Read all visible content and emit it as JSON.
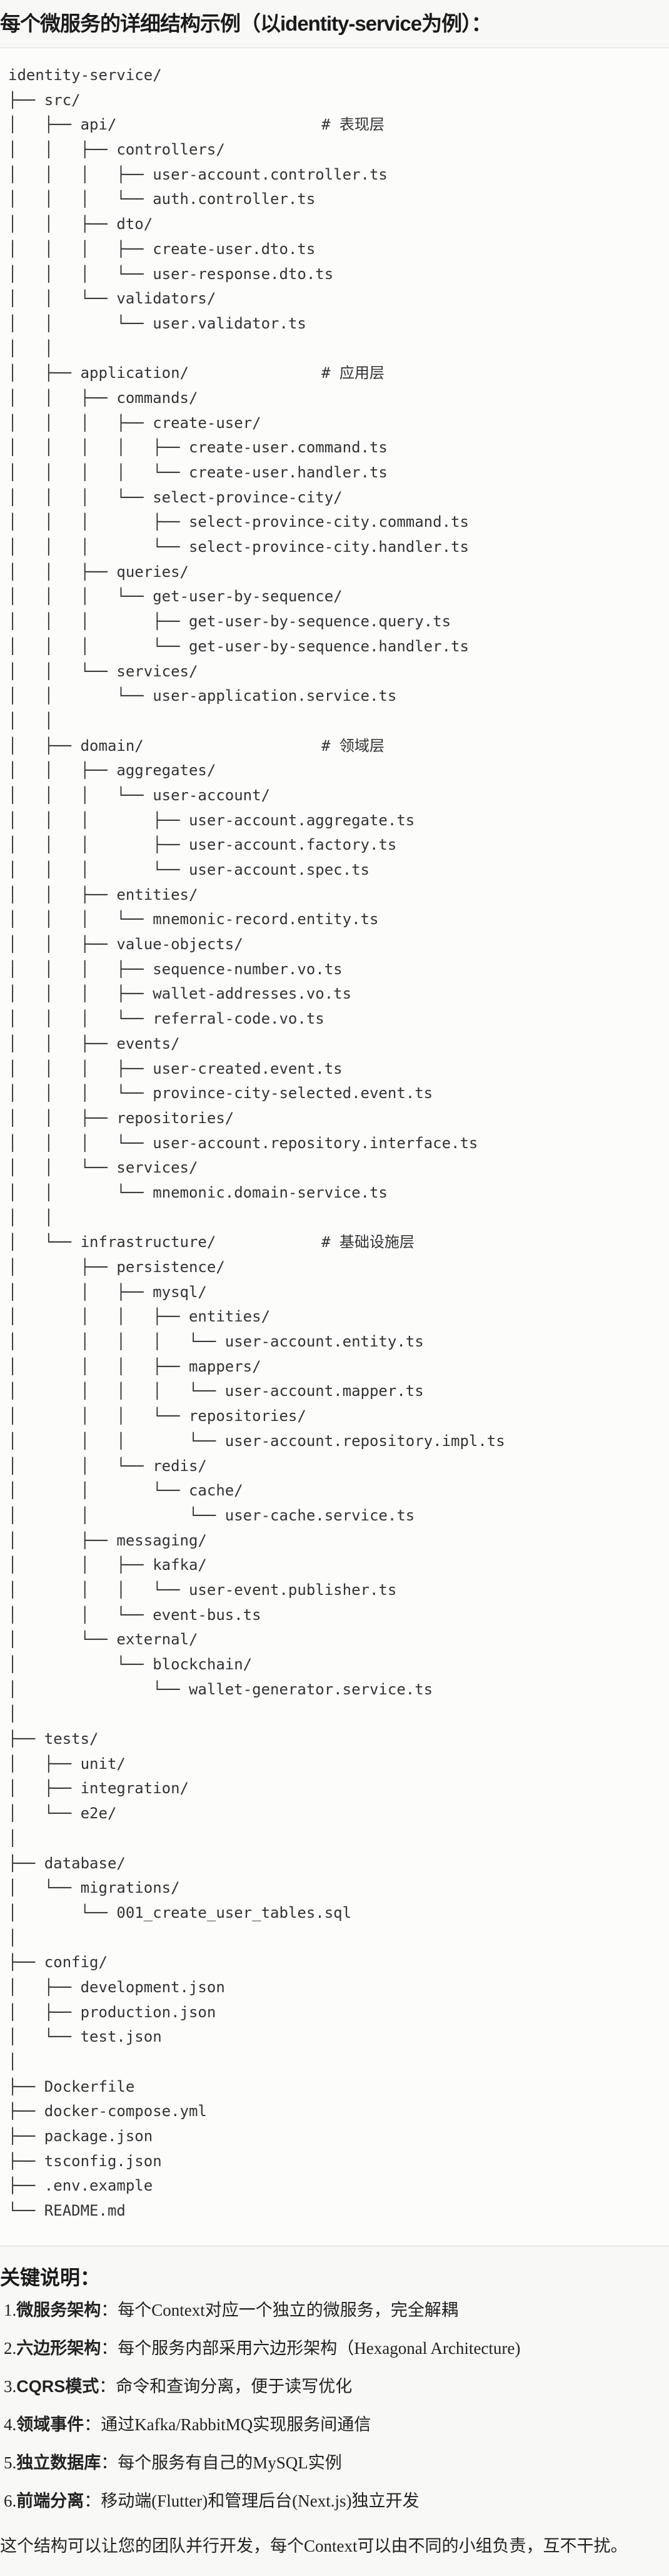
{
  "title": "每个微服务的详细结构示例（以identity-service为例）：",
  "tree": [
    {
      "prefix": "",
      "name": "identity-service/"
    },
    {
      "prefix": "├── ",
      "name": "src/"
    },
    {
      "prefix": "│   ├── ",
      "name": "api/",
      "comment": "# 表现层"
    },
    {
      "prefix": "│   │   ├── ",
      "name": "controllers/"
    },
    {
      "prefix": "│   │   │   ├── ",
      "name": "user-account.controller.ts"
    },
    {
      "prefix": "│   │   │   └── ",
      "name": "auth.controller.ts"
    },
    {
      "prefix": "│   │   ├── ",
      "name": "dto/"
    },
    {
      "prefix": "│   │   │   ├── ",
      "name": "create-user.dto.ts"
    },
    {
      "prefix": "│   │   │   └── ",
      "name": "user-response.dto.ts"
    },
    {
      "prefix": "│   │   └── ",
      "name": "validators/"
    },
    {
      "prefix": "│   │       └── ",
      "name": "user.validator.ts"
    },
    {
      "prefix": "│   │",
      "name": ""
    },
    {
      "prefix": "│   ├── ",
      "name": "application/",
      "comment": "# 应用层"
    },
    {
      "prefix": "│   │   ├── ",
      "name": "commands/"
    },
    {
      "prefix": "│   │   │   ├── ",
      "name": "create-user/"
    },
    {
      "prefix": "│   │   │   │   ├── ",
      "name": "create-user.command.ts"
    },
    {
      "prefix": "│   │   │   │   └── ",
      "name": "create-user.handler.ts"
    },
    {
      "prefix": "│   │   │   └── ",
      "name": "select-province-city/"
    },
    {
      "prefix": "│   │   │       ├── ",
      "name": "select-province-city.command.ts"
    },
    {
      "prefix": "│   │   │       └── ",
      "name": "select-province-city.handler.ts"
    },
    {
      "prefix": "│   │   ├── ",
      "name": "queries/"
    },
    {
      "prefix": "│   │   │   └── ",
      "name": "get-user-by-sequence/"
    },
    {
      "prefix": "│   │   │       ├── ",
      "name": "get-user-by-sequence.query.ts"
    },
    {
      "prefix": "│   │   │       └── ",
      "name": "get-user-by-sequence.handler.ts"
    },
    {
      "prefix": "│   │   └── ",
      "name": "services/"
    },
    {
      "prefix": "│   │       └── ",
      "name": "user-application.service.ts"
    },
    {
      "prefix": "│   │",
      "name": ""
    },
    {
      "prefix": "│   ├── ",
      "name": "domain/",
      "comment": "# 领域层"
    },
    {
      "prefix": "│   │   ├── ",
      "name": "aggregates/"
    },
    {
      "prefix": "│   │   │   └── ",
      "name": "user-account/"
    },
    {
      "prefix": "│   │   │       ├── ",
      "name": "user-account.aggregate.ts"
    },
    {
      "prefix": "│   │   │       ├── ",
      "name": "user-account.factory.ts"
    },
    {
      "prefix": "│   │   │       └── ",
      "name": "user-account.spec.ts"
    },
    {
      "prefix": "│   │   ├── ",
      "name": "entities/"
    },
    {
      "prefix": "│   │   │   └── ",
      "name": "mnemonic-record.entity.ts"
    },
    {
      "prefix": "│   │   ├── ",
      "name": "value-objects/"
    },
    {
      "prefix": "│   │   │   ├── ",
      "name": "sequence-number.vo.ts"
    },
    {
      "prefix": "│   │   │   ├── ",
      "name": "wallet-addresses.vo.ts"
    },
    {
      "prefix": "│   │   │   └── ",
      "name": "referral-code.vo.ts"
    },
    {
      "prefix": "│   │   ├── ",
      "name": "events/"
    },
    {
      "prefix": "│   │   │   ├── ",
      "name": "user-created.event.ts"
    },
    {
      "prefix": "│   │   │   └── ",
      "name": "province-city-selected.event.ts"
    },
    {
      "prefix": "│   │   ├── ",
      "name": "repositories/"
    },
    {
      "prefix": "│   │   │   └── ",
      "name": "user-account.repository.interface.ts"
    },
    {
      "prefix": "│   │   └── ",
      "name": "services/"
    },
    {
      "prefix": "│   │       └── ",
      "name": "mnemonic.domain-service.ts"
    },
    {
      "prefix": "│   │",
      "name": ""
    },
    {
      "prefix": "│   └── ",
      "name": "infrastructure/",
      "comment": "# 基础设施层"
    },
    {
      "prefix": "│       ├── ",
      "name": "persistence/"
    },
    {
      "prefix": "│       │   ├── ",
      "name": "mysql/"
    },
    {
      "prefix": "│       │   │   ├── ",
      "name": "entities/"
    },
    {
      "prefix": "│       │   │   │   └── ",
      "name": "user-account.entity.ts"
    },
    {
      "prefix": "│       │   │   ├── ",
      "name": "mappers/"
    },
    {
      "prefix": "│       │   │   │   └── ",
      "name": "user-account.mapper.ts"
    },
    {
      "prefix": "│       │   │   └── ",
      "name": "repositories/"
    },
    {
      "prefix": "│       │   │       └── ",
      "name": "user-account.repository.impl.ts"
    },
    {
      "prefix": "│       │   └── ",
      "name": "redis/"
    },
    {
      "prefix": "│       │       └── ",
      "name": "cache/"
    },
    {
      "prefix": "│       │           └── ",
      "name": "user-cache.service.ts"
    },
    {
      "prefix": "│       ├── ",
      "name": "messaging/"
    },
    {
      "prefix": "│       │   ├── ",
      "name": "kafka/"
    },
    {
      "prefix": "│       │   │   └── ",
      "name": "user-event.publisher.ts"
    },
    {
      "prefix": "│       │   └── ",
      "name": "event-bus.ts"
    },
    {
      "prefix": "│       └── ",
      "name": "external/"
    },
    {
      "prefix": "│           └── ",
      "name": "blockchain/"
    },
    {
      "prefix": "│               └── ",
      "name": "wallet-generator.service.ts"
    },
    {
      "prefix": "│",
      "name": ""
    },
    {
      "prefix": "├── ",
      "name": "tests/"
    },
    {
      "prefix": "│   ├── ",
      "name": "unit/"
    },
    {
      "prefix": "│   ├── ",
      "name": "integration/"
    },
    {
      "prefix": "│   └── ",
      "name": "e2e/"
    },
    {
      "prefix": "│",
      "name": ""
    },
    {
      "prefix": "├── ",
      "name": "database/"
    },
    {
      "prefix": "│   └── ",
      "name": "migrations/"
    },
    {
      "prefix": "│       └── ",
      "name": "001_create_user_tables.sql"
    },
    {
      "prefix": "│",
      "name": ""
    },
    {
      "prefix": "├── ",
      "name": "config/"
    },
    {
      "prefix": "│   ├── ",
      "name": "development.json"
    },
    {
      "prefix": "│   ├── ",
      "name": "production.json"
    },
    {
      "prefix": "│   └── ",
      "name": "test.json"
    },
    {
      "prefix": "│",
      "name": ""
    },
    {
      "prefix": "├── ",
      "name": "Dockerfile"
    },
    {
      "prefix": "├── ",
      "name": "docker-compose.yml"
    },
    {
      "prefix": "├── ",
      "name": "package.json"
    },
    {
      "prefix": "├── ",
      "name": "tsconfig.json"
    },
    {
      "prefix": "├── ",
      "name": ".env.example"
    },
    {
      "prefix": "└── ",
      "name": "README.md"
    }
  ],
  "notes": {
    "heading": "关键说明：",
    "items": [
      {
        "number": "1.",
        "label": "微服务架构",
        "text": "：每个Context对应一个独立的微服务，完全解耦"
      },
      {
        "number": "2.",
        "label": "六边形架构",
        "text": "：每个服务内部采用六边形架构（Hexagonal Architecture)"
      },
      {
        "number": "3.",
        "label": "CQRS模式",
        "text": "：命令和查询分离，便于读写优化"
      },
      {
        "number": "4.",
        "label": "领域事件",
        "text": "：通过Kafka/RabbitMQ实现服务间通信"
      },
      {
        "number": "5.",
        "label": "独立数据库",
        "text": "：每个服务有自己的MySQL实例"
      },
      {
        "number": "6.",
        "label": "前端分离",
        "text": "：移动端(Flutter)和管理后台(Next.js)独立开发"
      }
    ],
    "summary": "这个结构可以让您的团队并行开发，每个Context可以由不同的小组负责，互不干扰。"
  }
}
